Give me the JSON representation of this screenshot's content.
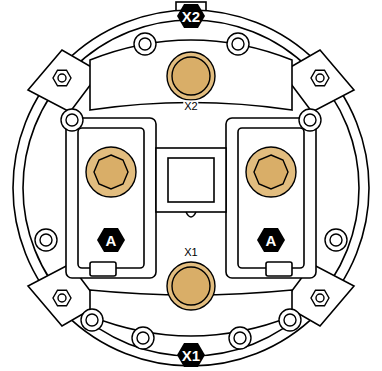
{
  "diagram": {
    "labels": [
      "X2",
      "X2",
      "A",
      "A",
      "X1",
      "X1"
    ]
  }
}
